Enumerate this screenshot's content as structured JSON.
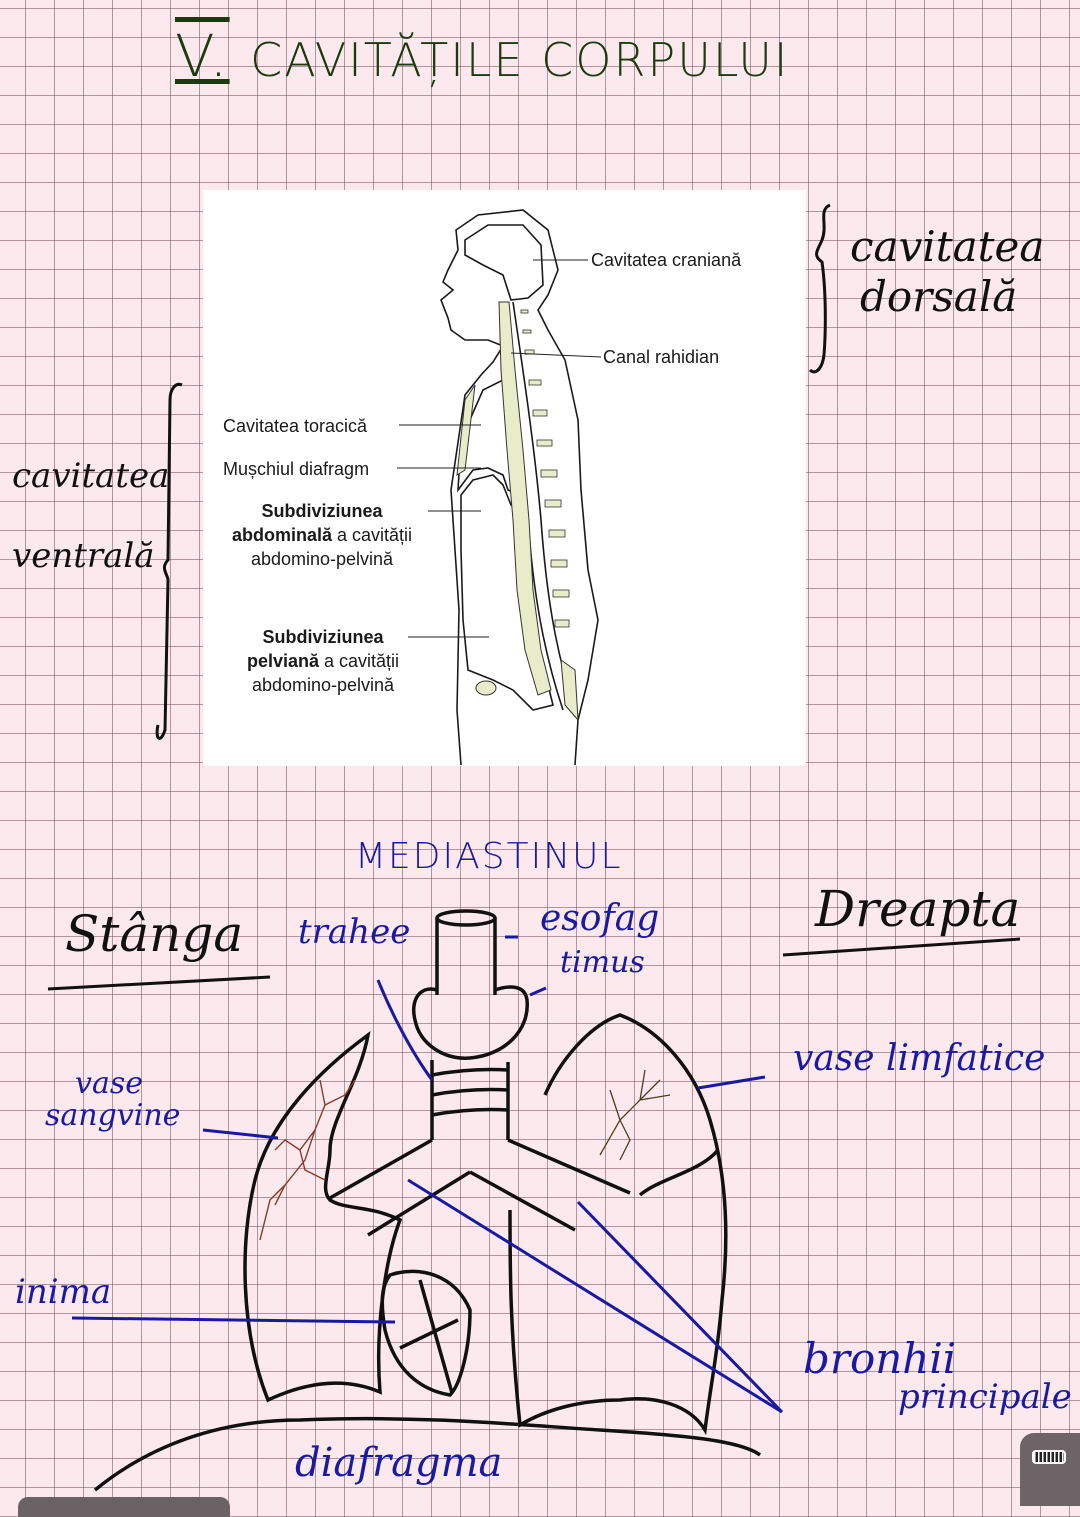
{
  "title": {
    "numeral": "V.",
    "text": "Cavitățile Corpului"
  },
  "body_diagram": {
    "labels": {
      "cranial": "Cavitatea craniană",
      "spinal": "Canal rahidian",
      "thoracic": "Cavitatea toracică",
      "diaphragm": "Mușchiul diafragm",
      "abdominal_bold1": "Subdiviziunea",
      "abdominal_bold2": "abdominală",
      "abdominal_rest2": " a cavității",
      "abdominal_line3": "abdomino-pelvină",
      "pelvic_bold1": "Subdiviziunea",
      "pelvic_bold2": "pelviană",
      "pelvic_rest2": " a cavității",
      "pelvic_line3": "abdomino-pelvină"
    },
    "accent_color": "#e9ecc8"
  },
  "annotations": {
    "dorsal_line1": "cavitatea",
    "dorsal_line2": "dorsală",
    "ventral_line1": "cavitatea",
    "ventral_line2": "ventrală"
  },
  "mediastinum": {
    "heading": "MEDIASTINUL",
    "left_heading": "Stânga",
    "right_heading": "Dreapta",
    "labels": {
      "trachea": "trahee",
      "esophagus": "esofag",
      "thymus": "timus",
      "lymph": "vase limfatice",
      "blood_line1": "vase",
      "blood_line2": "sangvine",
      "heart": "inima",
      "bronchi_line1": "bronhii",
      "bronchi_line2": "principale",
      "diaphragm": "diafragma"
    },
    "ink_color": "#1a1aa0"
  },
  "ui": {
    "ruler_button": "ruler-icon"
  }
}
